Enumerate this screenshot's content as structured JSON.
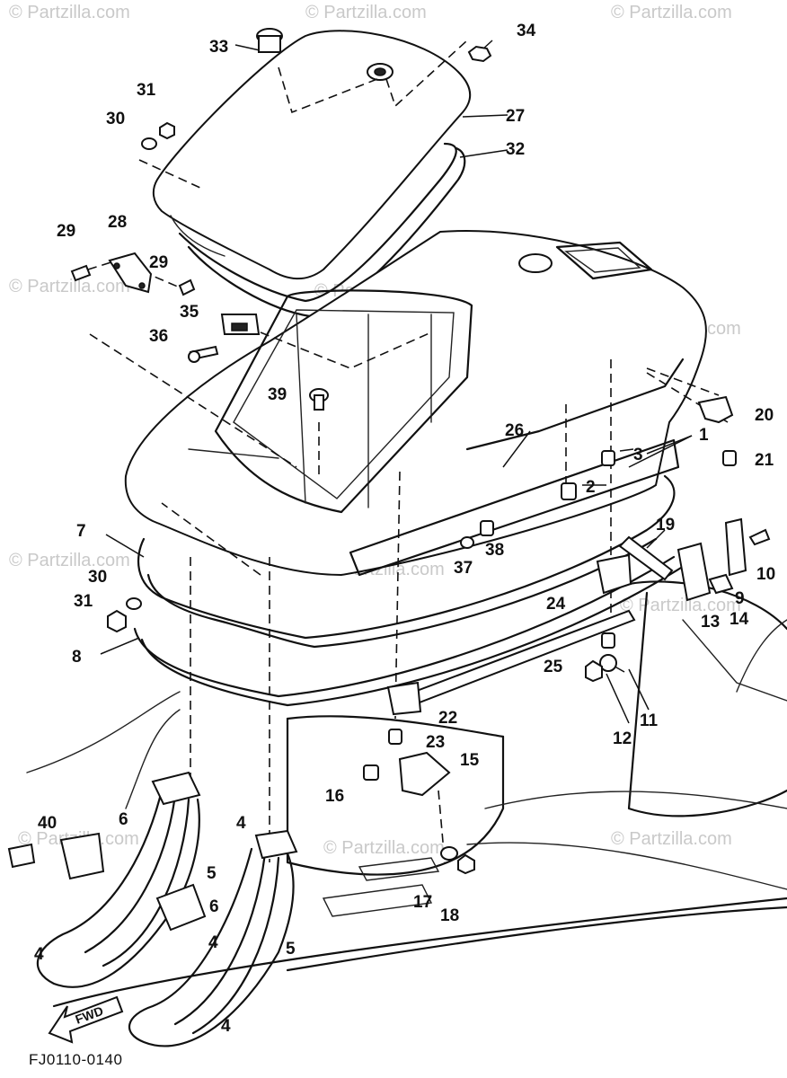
{
  "watermarks": [
    "© Partzilla.com",
    "© Partzilla.com",
    "© Partzilla.com",
    "© Partzilla.com",
    "© Partzilla.com",
    "© Partzilla.com",
    "© Partzilla.com",
    "© Partzilla.com",
    "© Partzilla.com",
    "© Partzilla.com",
    "© Partzilla.com",
    "© Partzilla.com"
  ],
  "diagram_code": "FJ0110-0140",
  "fwd_label": "FWD",
  "callouts": [
    "33",
    "34",
    "31",
    "27",
    "30",
    "32",
    "29",
    "28",
    "29",
    "35",
    "36",
    "39",
    "26",
    "3",
    "1",
    "2",
    "20",
    "21",
    "7",
    "19",
    "37",
    "38",
    "10",
    "30",
    "9",
    "31",
    "24",
    "14",
    "13",
    "8",
    "25",
    "11",
    "12",
    "22",
    "23",
    "15",
    "16",
    "40",
    "6",
    "4",
    "5",
    "6",
    "4",
    "5",
    "4",
    "17",
    "18",
    "4"
  ]
}
